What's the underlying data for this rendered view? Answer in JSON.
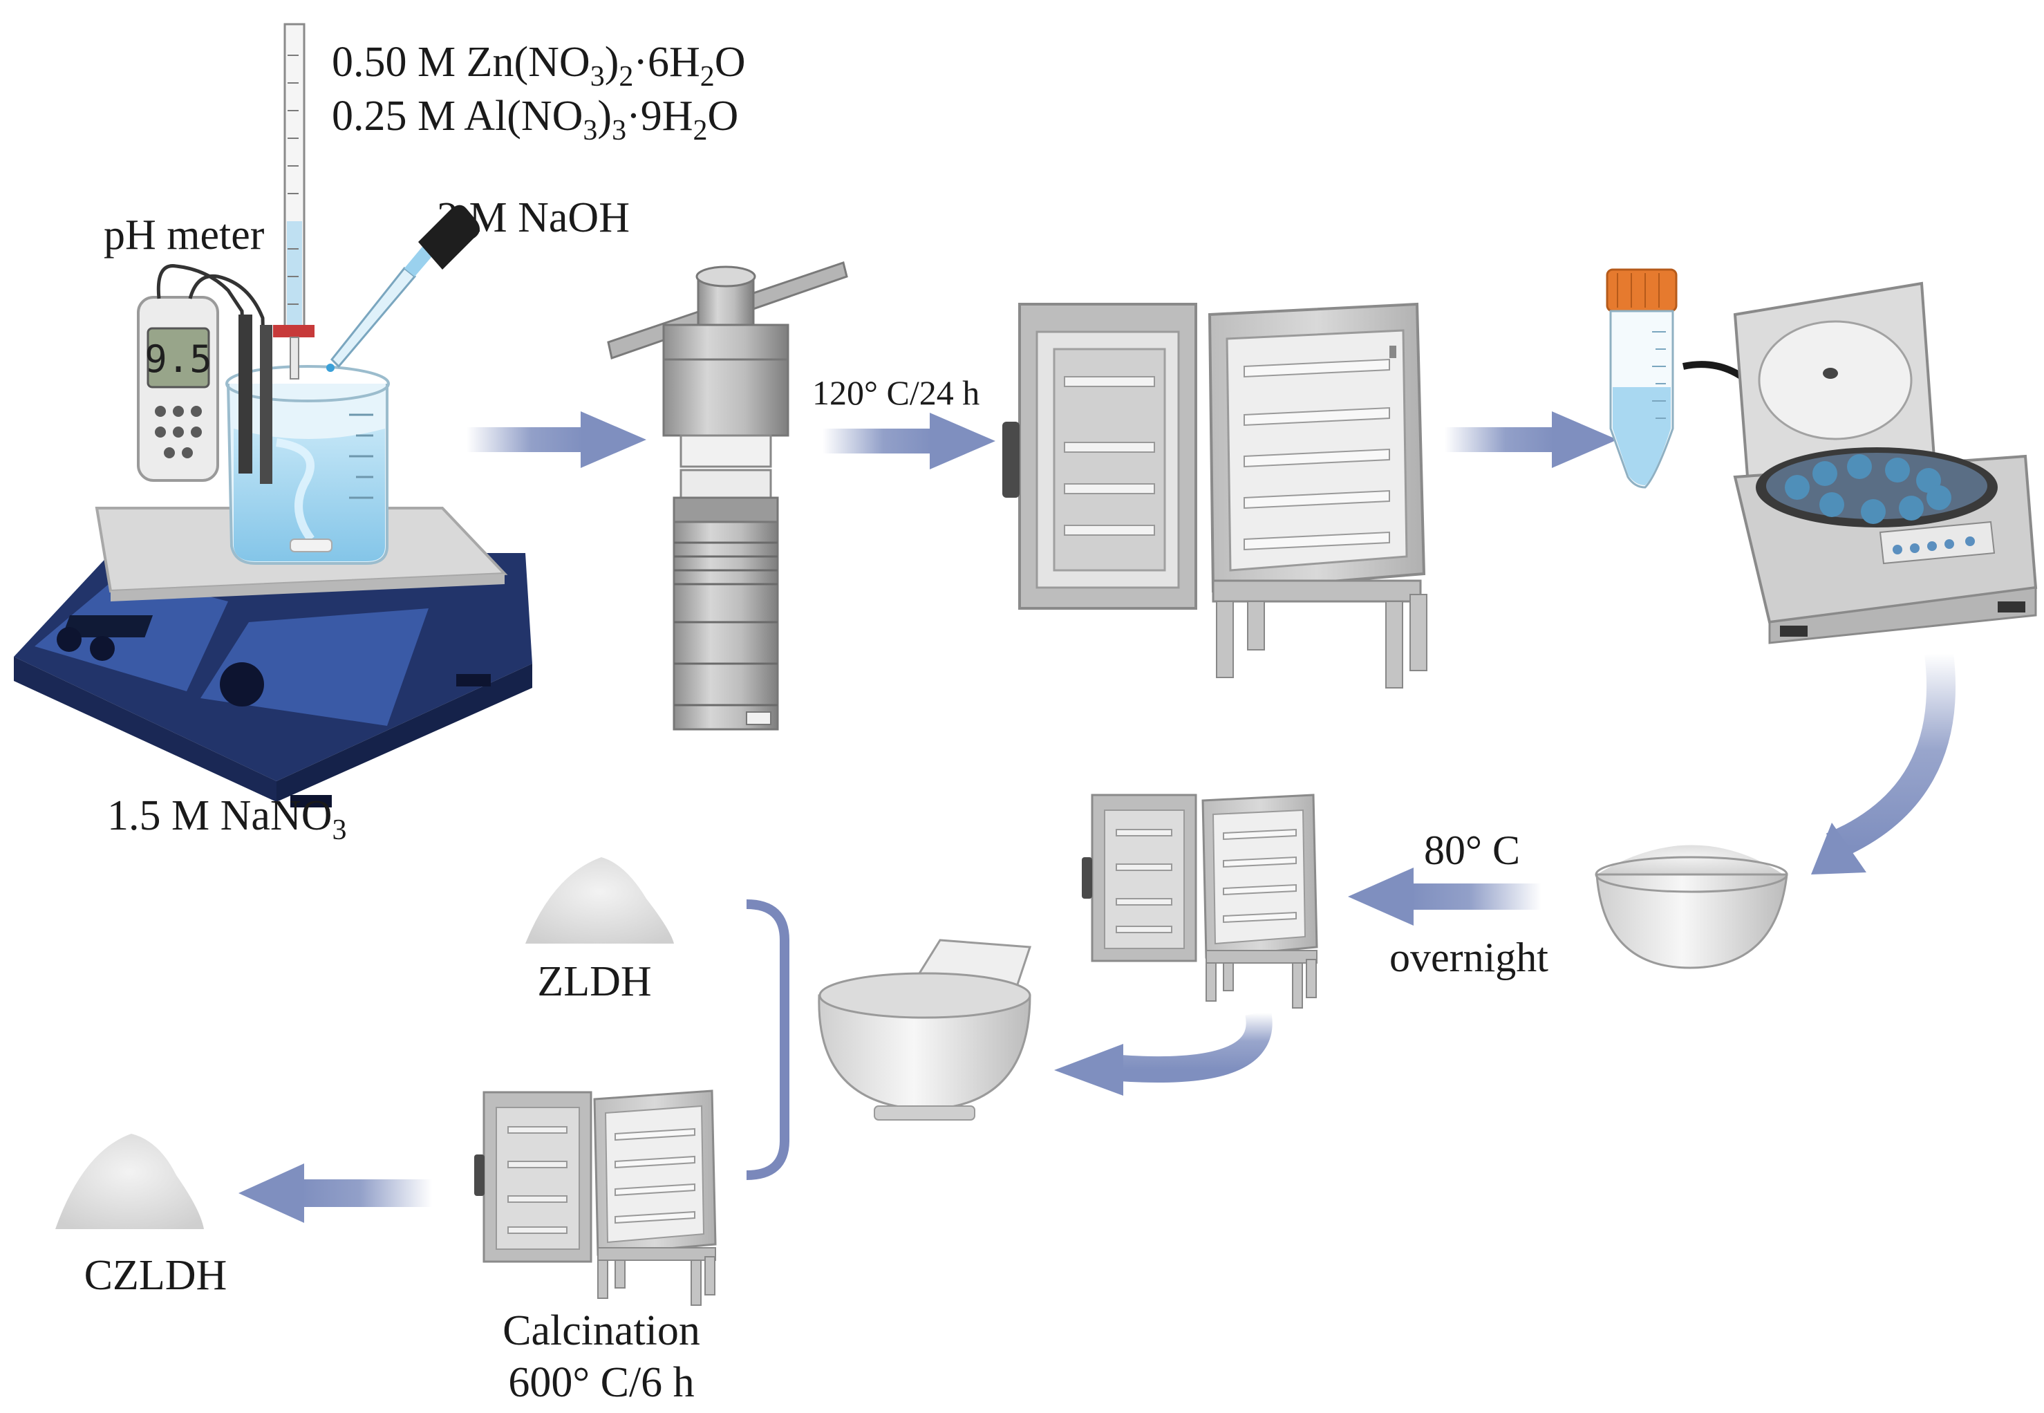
{
  "labels": {
    "zn_prefix": "0.50 M Zn(NO",
    "zn_sub1": "3",
    "zn_mid": ")",
    "zn_sub2": "2",
    "zn_dot": "·6H",
    "zn_sub3": "2",
    "zn_end": "O",
    "al_prefix": "0.25 M Al(NO",
    "al_sub1": "3",
    "al_mid": ")",
    "al_sub2": "3",
    "al_dot": "·9H",
    "al_sub3": "2",
    "al_end": "O",
    "ph_meter": "pH meter",
    "naoh": "2 M NaOH",
    "ph_reading": "9.5",
    "nano3_prefix": "1.5 M NaNO",
    "nano3_sub": "3",
    "autoclave_condition": "120° C/24 h",
    "drying_temp": "80° C",
    "drying_time": "overnight",
    "zldh": "ZLDH",
    "czldh": "CZLDH",
    "calcination": "Calcination",
    "calcination_condition": "600° C/6 h"
  },
  "colors": {
    "arrow": "#7f8fbf",
    "bracket": "#7a88bb",
    "steel": "#b4b4b4",
    "oven": "#c8c8c8",
    "hotplate": "#2c3f7a",
    "liquid": "#9fd3ef",
    "tube_cap": "#e67a2e",
    "powder": "#e2e2e2"
  }
}
